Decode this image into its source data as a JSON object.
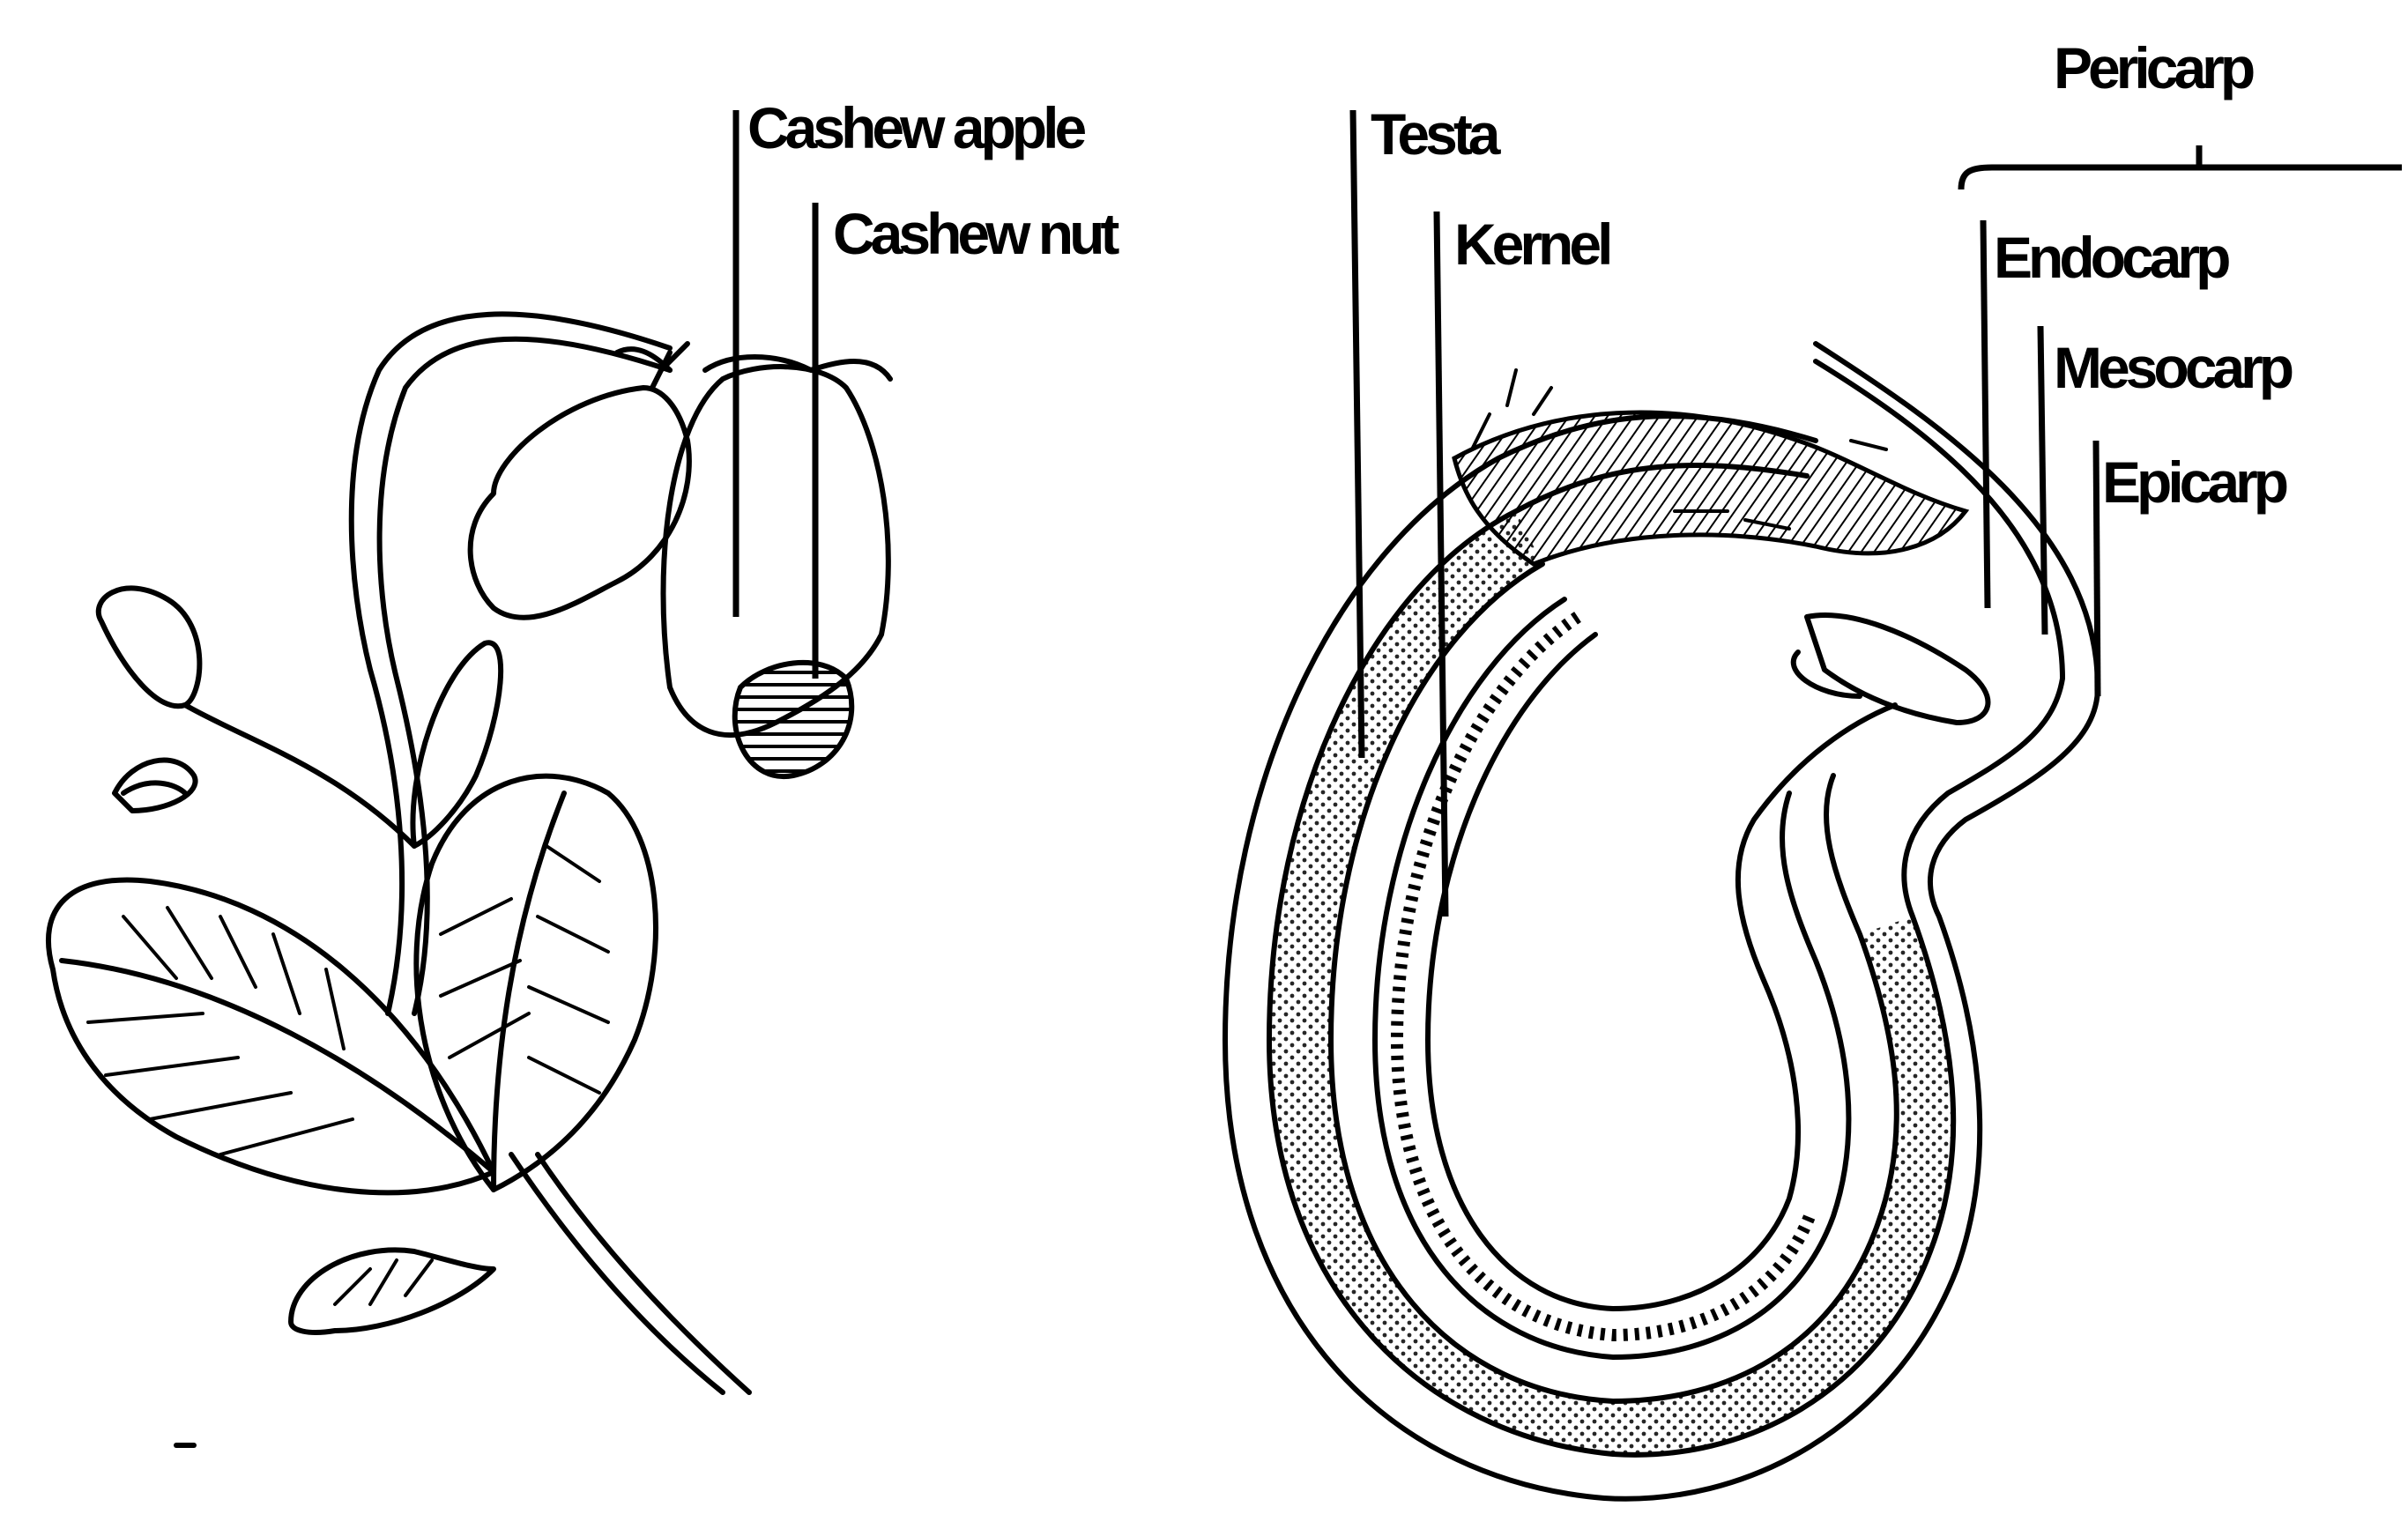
{
  "labels": {
    "cashew_apple": "Cashew apple",
    "cashew_nut": "Cashew nut",
    "testa": "Testa",
    "kernel": "Kernel",
    "pericarp": "Pericarp",
    "endocarp": "Endocarp",
    "mesocarp": "Mesocarp",
    "epicarp": "Epicarp"
  },
  "colors": {
    "ink": "#000000",
    "background": "#ffffff"
  }
}
